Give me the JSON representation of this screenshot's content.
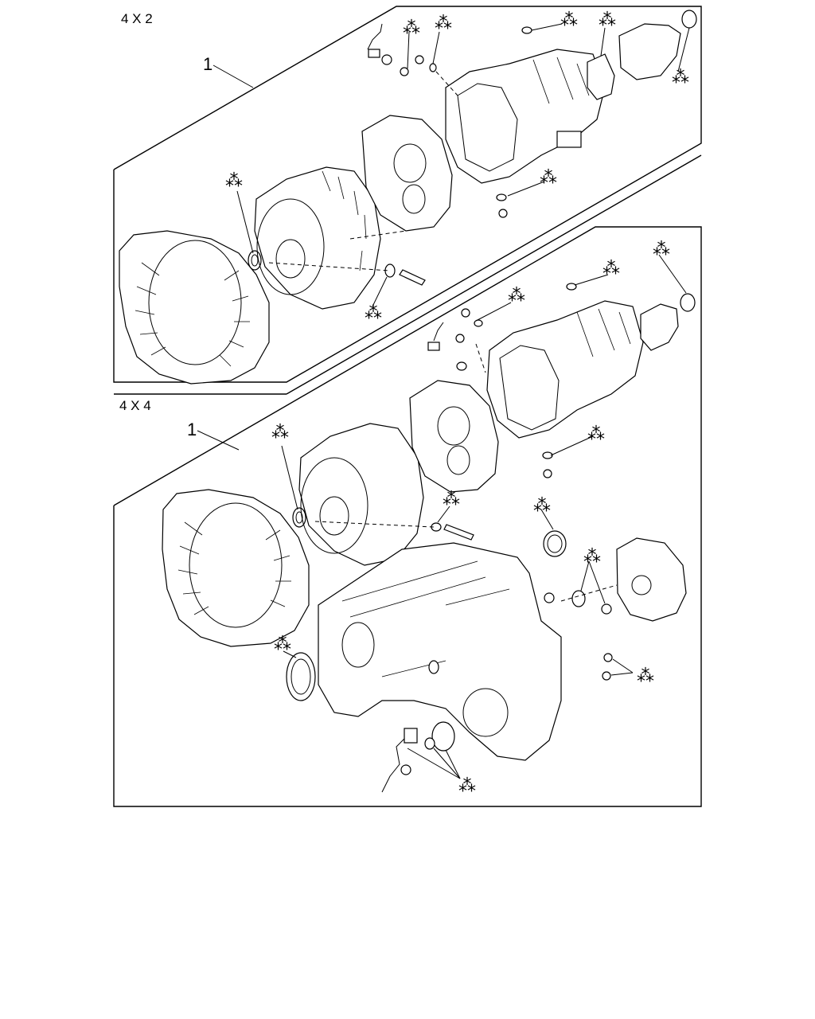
{
  "sections": [
    {
      "label": "4 X 2",
      "ref": "1"
    },
    {
      "label": "4 X 4",
      "ref": "1"
    }
  ],
  "marker": "⁂",
  "colors": {
    "line": "#000000",
    "background": "#ffffff"
  }
}
